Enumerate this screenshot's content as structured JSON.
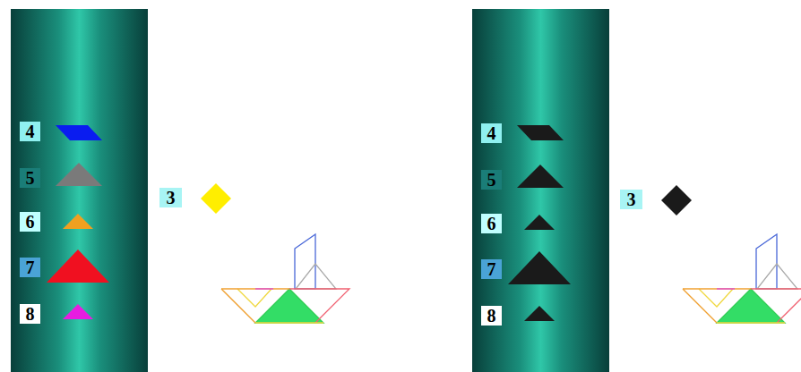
{
  "diagram": {
    "labels": [
      "4",
      "5",
      "6",
      "7",
      "8",
      "3",
      "4",
      "5",
      "6",
      "7",
      "8",
      "3"
    ]
  }
}
